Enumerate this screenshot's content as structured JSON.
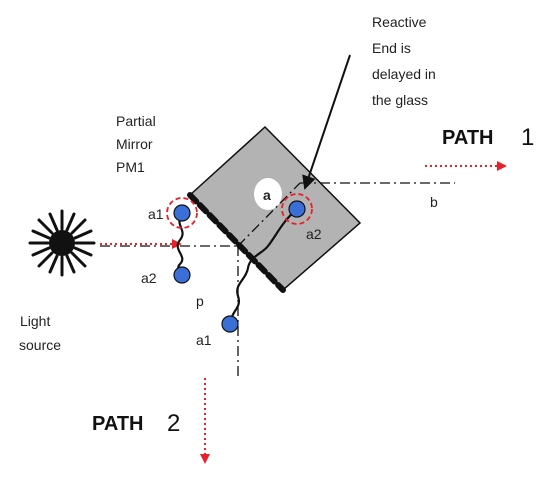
{
  "labels": {
    "reactive_1": "Reactive",
    "reactive_2": "End is",
    "reactive_3": "delayed in",
    "reactive_4": "the glass",
    "partial_1": "Partial",
    "partial_2": "Mirror",
    "partial_3": "PM1",
    "path1_word": "PATH",
    "path1_num": "1",
    "path2_word": "PATH",
    "path2_num": "2",
    "b": "b",
    "a": "a",
    "a2_glass": "a2",
    "a1_left": "a1",
    "a2_left": "a2",
    "p": "p",
    "a1_bottom": "a1",
    "light_1": "Light",
    "light_2": "source"
  },
  "colors": {
    "glass": "#b3b3b3",
    "dot": "#3a6fd8",
    "arrow": "#e8202a",
    "ring": "#e8202a",
    "line": "#111111"
  }
}
